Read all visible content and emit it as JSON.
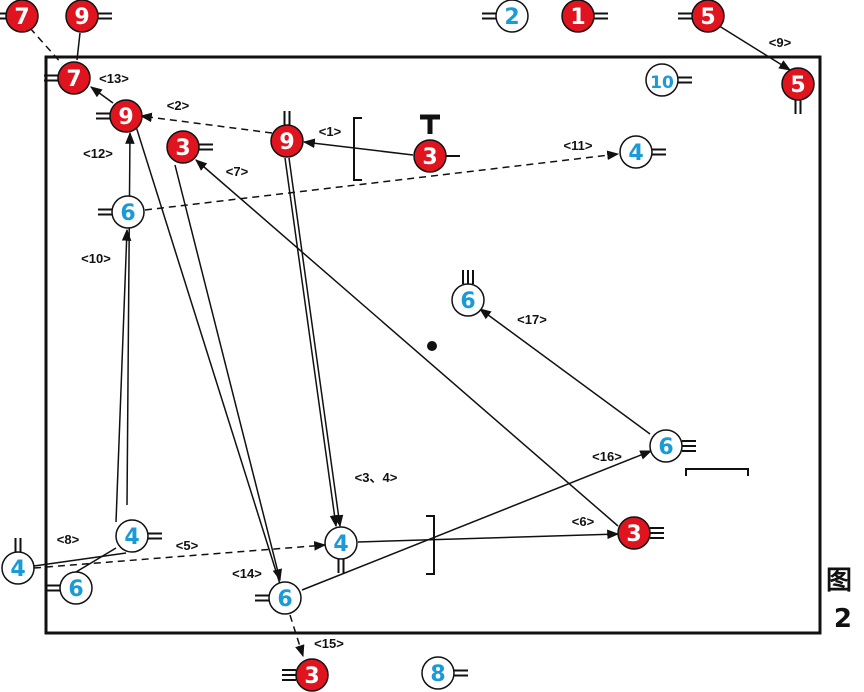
{
  "colors": {
    "red_fill": "#e0141e",
    "red_text": "#ffffff",
    "blue_fill": "#ffffff",
    "blue_text": "#1a9ad6",
    "stroke": "#111111"
  },
  "figure_caption": {
    "char": "图",
    "number": "2"
  },
  "players": [
    {
      "id": "r7-top",
      "team": "red",
      "label": "7"
    },
    {
      "id": "r9-top",
      "team": "red",
      "label": "9"
    },
    {
      "id": "b2-top",
      "team": "blue",
      "label": "2"
    },
    {
      "id": "r1-top",
      "team": "red",
      "label": "1"
    },
    {
      "id": "r5-top",
      "team": "red",
      "label": "5"
    },
    {
      "id": "r7",
      "team": "red",
      "label": "7"
    },
    {
      "id": "b10",
      "team": "blue",
      "label": "10"
    },
    {
      "id": "r5",
      "team": "red",
      "label": "5"
    },
    {
      "id": "r9",
      "team": "red",
      "label": "9"
    },
    {
      "id": "r3-left",
      "team": "red",
      "label": "3"
    },
    {
      "id": "r9-mid",
      "team": "red",
      "label": "9"
    },
    {
      "id": "r3-mid",
      "team": "red",
      "label": "3"
    },
    {
      "id": "b4-right",
      "team": "blue",
      "label": "4"
    },
    {
      "id": "b6-left",
      "team": "blue",
      "label": "6"
    },
    {
      "id": "b6-mid",
      "team": "blue",
      "label": "6"
    },
    {
      "id": "b6-right",
      "team": "blue",
      "label": "6"
    },
    {
      "id": "b4-bl",
      "team": "blue",
      "label": "4"
    },
    {
      "id": "b4-edge",
      "team": "blue",
      "label": "4"
    },
    {
      "id": "b6-bl",
      "team": "blue",
      "label": "6"
    },
    {
      "id": "b4-center",
      "team": "blue",
      "label": "4"
    },
    {
      "id": "r3-right",
      "team": "red",
      "label": "3"
    },
    {
      "id": "b6-bottom",
      "team": "blue",
      "label": "6"
    },
    {
      "id": "r3-bottom",
      "team": "red",
      "label": "3"
    },
    {
      "id": "b8-bottom",
      "team": "blue",
      "label": "8"
    }
  ],
  "annotations": [
    {
      "id": "a1",
      "text": "<1>"
    },
    {
      "id": "a2",
      "text": "<2>"
    },
    {
      "id": "a3",
      "text": "<3、4>"
    },
    {
      "id": "a5",
      "text": "<5>"
    },
    {
      "id": "a6",
      "text": "<6>"
    },
    {
      "id": "a7",
      "text": "<7>"
    },
    {
      "id": "a8",
      "text": "<8>"
    },
    {
      "id": "a9",
      "text": "<9>"
    },
    {
      "id": "a10",
      "text": "<10>"
    },
    {
      "id": "a11",
      "text": "<11>"
    },
    {
      "id": "a12",
      "text": "<12>"
    },
    {
      "id": "a13",
      "text": "<13>"
    },
    {
      "id": "a14",
      "text": "<14>"
    },
    {
      "id": "a15",
      "text": "<15>"
    },
    {
      "id": "a16",
      "text": "<16>"
    },
    {
      "id": "a17",
      "text": "<17>"
    }
  ]
}
